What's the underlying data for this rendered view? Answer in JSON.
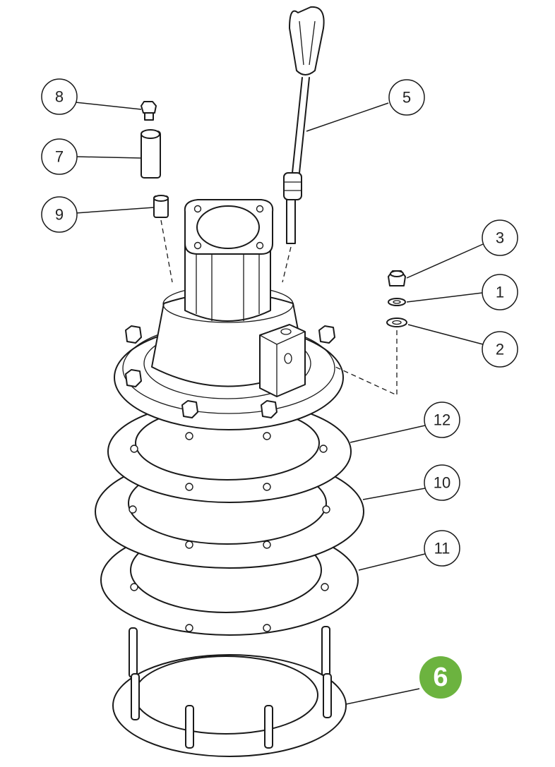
{
  "diagram": {
    "callouts": [
      {
        "id": "c8",
        "label": "8"
      },
      {
        "id": "c7",
        "label": "7"
      },
      {
        "id": "c9",
        "label": "9"
      },
      {
        "id": "c5",
        "label": "5"
      },
      {
        "id": "c3",
        "label": "3"
      },
      {
        "id": "c1",
        "label": "1"
      },
      {
        "id": "c2",
        "label": "2"
      },
      {
        "id": "c12",
        "label": "12"
      },
      {
        "id": "c10",
        "label": "10"
      },
      {
        "id": "c11",
        "label": "11"
      }
    ],
    "highlight": {
      "label": "6",
      "color": "#6cb33f"
    }
  }
}
